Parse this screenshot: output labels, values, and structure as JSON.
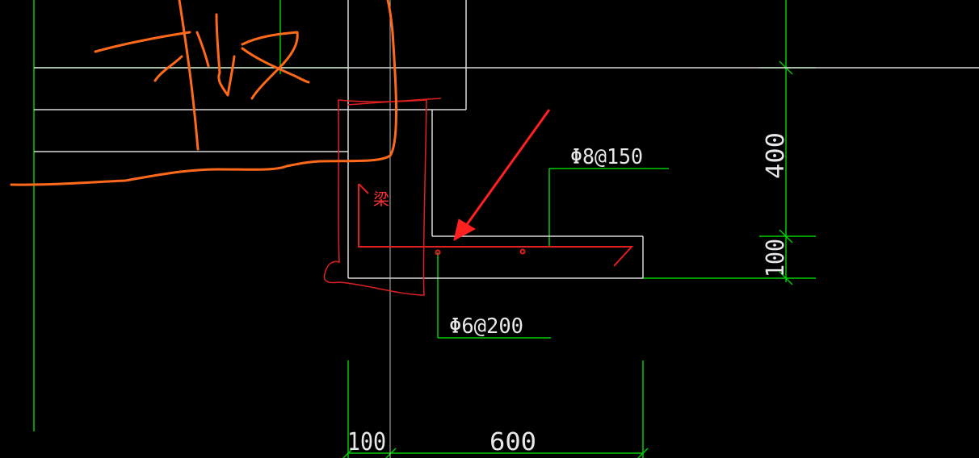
{
  "drawing": {
    "colors": {
      "background": "#000000",
      "outline": "#d9d9d9",
      "grid": "#00cc00",
      "rebar": "#e02020",
      "markup": "#ff6a1a",
      "arrow": "#ff2020",
      "text": "#e8e8e8"
    },
    "annotations": {
      "beam_label": "梁",
      "top_rebar": "Φ8@150",
      "bottom_rebar": "Φ6@200"
    },
    "dimensions": {
      "vertical_upper": "400",
      "vertical_lower": "100",
      "horizontal_left": "100",
      "horizontal_right": "600"
    }
  }
}
